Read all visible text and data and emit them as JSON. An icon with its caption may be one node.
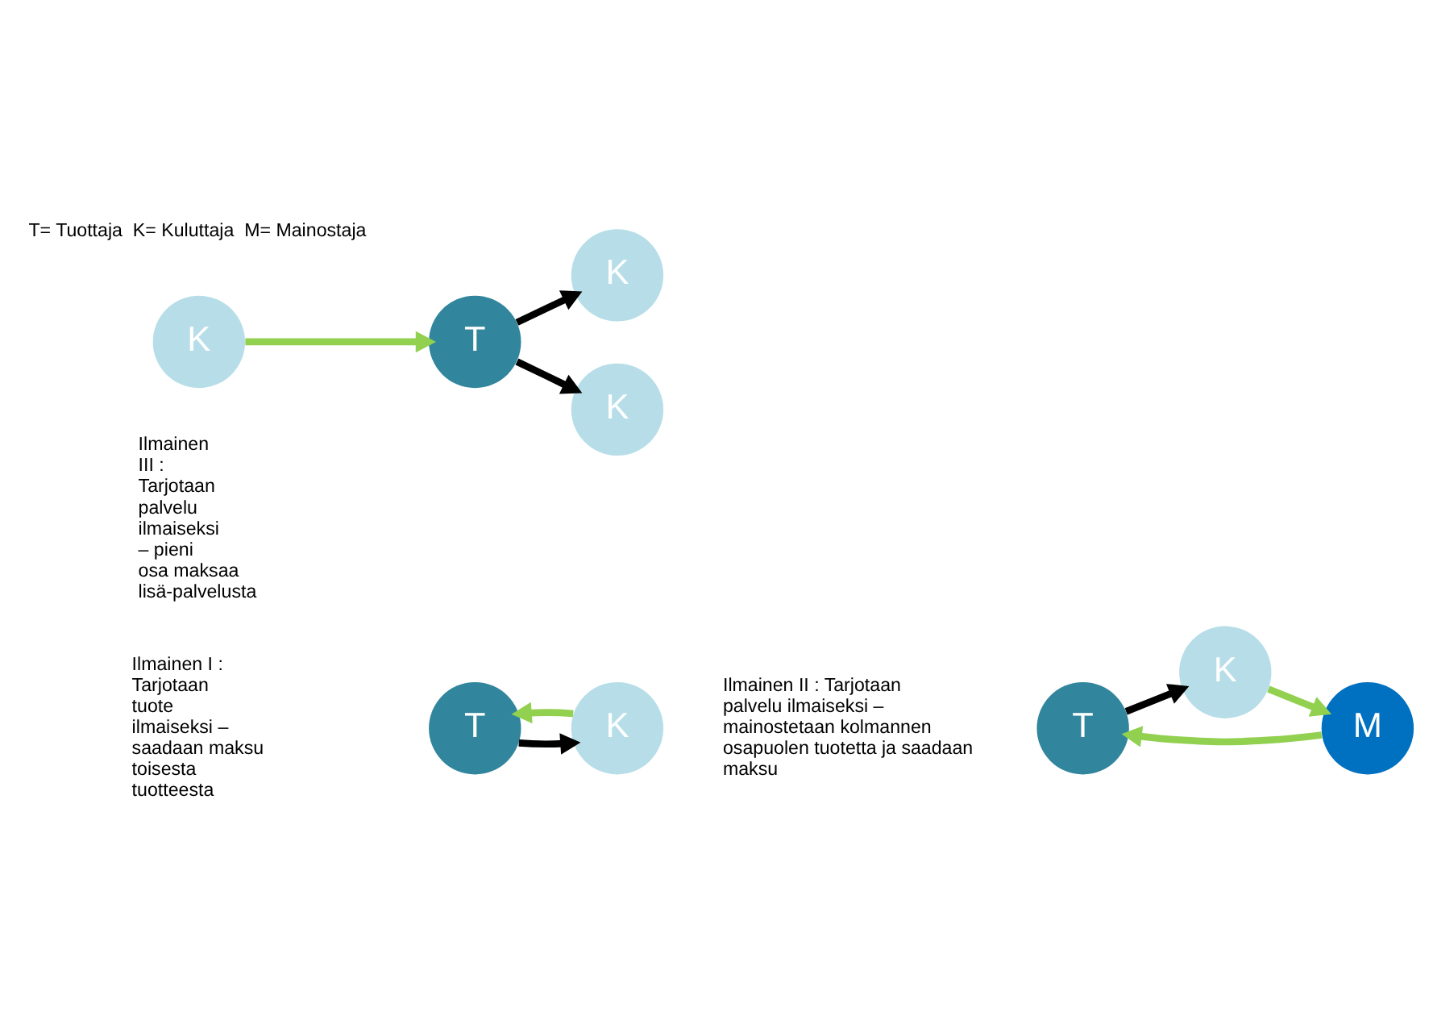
{
  "diagram": {
    "nodes": [
      {
        "text": [
          "T"
        ]
      },
      {
        "text": [
          "K"
        ]
      },
      {
        "text": [
          "T"
        ]
      },
      {
        "text": [
          "K"
        ]
      },
      {
        "text": [
          "M"
        ]
      },
      {
        "text": [
          "T"
        ]
      },
      {
        "text": [
          "K"
        ]
      },
      {
        "text": [
          "K"
        ]
      },
      {
        "text": [
          "K"
        ]
      }
    ],
    "edges": [
      {
        "from": 1,
        "to": 0,
        "arrow": "to"
      },
      {
        "from": 0,
        "to": 1,
        "arrow": "to",
        "color": "#000000"
      },
      {
        "from": 2,
        "to": 3,
        "arrow": "to",
        "color": "#000000"
      },
      {
        "from": 3,
        "to": 4,
        "arrow": "to"
      },
      {
        "from": 4,
        "to": 2,
        "arrow": "to"
      },
      {
        "from": 5,
        "to": 6,
        "arrow": "to",
        "color": "#000000"
      },
      {
        "from": 5,
        "to": 7,
        "arrow": "to",
        "color": "#000000"
      },
      {
        "from": 8,
        "to": 5,
        "arrow": "to"
      }
    ],
    "labels": [
      "T= Tuottaja  K= Kuluttaja  M= Mainostaja",
      "Ilmainen I : Tarjotaan tuote ilmaiseksi – saadaan maksu toisesta tuotteesta",
      "Ilmainen II : Tarjotaan palvelu ilmaiseksi – mainostetaan kolmannen osapuolen tuotetta ja saadaan maksu",
      "Ilmainen III : Tarjotaan palvelu ilmaiseksi – pieni osa maksaa lisä-palvelusta"
    ]
  }
}
